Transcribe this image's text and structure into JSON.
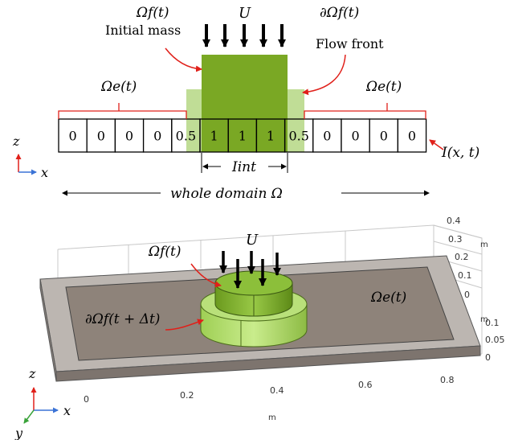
{
  "top_panel": {
    "cells": [
      "0",
      "0",
      "0",
      "0",
      "0.5",
      "1",
      "1",
      "1",
      "0.5",
      "0",
      "0",
      "0",
      "0"
    ],
    "label_U": "U",
    "label_omega_f": "Ωf(t)",
    "label_initial_mass": "Initial mass",
    "label_boundary": "∂Ωf(t)",
    "label_flow_front": "Flow front",
    "label_omega_e_left": "Ωe(t)",
    "label_omega_e_right": "Ωe(t)",
    "label_indicator": "I(x, t)",
    "label_interval": "Iint",
    "label_whole_domain": "whole domain Ω",
    "axis_z": "z",
    "axis_x": "x"
  },
  "bottom_panel": {
    "label_U": "U",
    "label_omega_f": "Ωf(t)",
    "label_omega_e": "Ωe(t)",
    "label_boundary_next": "∂Ωf(t + Δt)",
    "x_ticks": [
      "0",
      "0.2",
      "0.4",
      "0.6",
      "0.8"
    ],
    "x_unit": "m",
    "y_ticks": [
      "0.4",
      "0.3",
      "0.2",
      "0.1",
      "0"
    ],
    "y_unit": "m",
    "z_ticks": [
      "0.1",
      "0.05",
      "0"
    ],
    "z_unit": "m",
    "axis_z": "z",
    "axis_x": "x",
    "axis_y": "y"
  },
  "colors": {
    "mass_green": "#7aa824",
    "mass_light": "#a9cf6a",
    "bracket_red": "#e0201a",
    "axis_blue": "#3b73d6",
    "axis_green": "#3aa33a",
    "tray_gray": "#a39d98",
    "tray_floor": "#8e837a"
  }
}
